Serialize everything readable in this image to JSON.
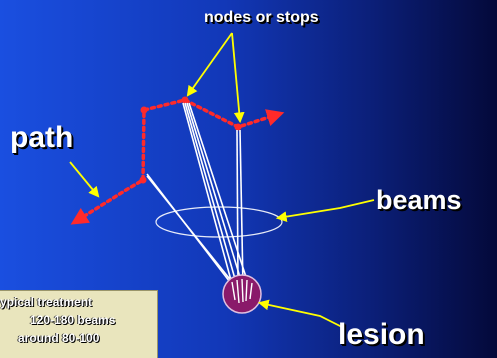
{
  "labels": {
    "nodes": "nodes or stops",
    "path": "path",
    "beams": "beams",
    "lesion": "lesion"
  },
  "info_box": {
    "line1": "ypical treatment",
    "line2": "120-180 beams",
    "line3": "around 80-100"
  },
  "colors": {
    "background": "#1238b8",
    "path": "#ff2a2a",
    "beam": "#ffffff",
    "pointer": "#ffff00",
    "lesion": "#8a1a6a",
    "info_box": "#e9e5bd"
  }
}
